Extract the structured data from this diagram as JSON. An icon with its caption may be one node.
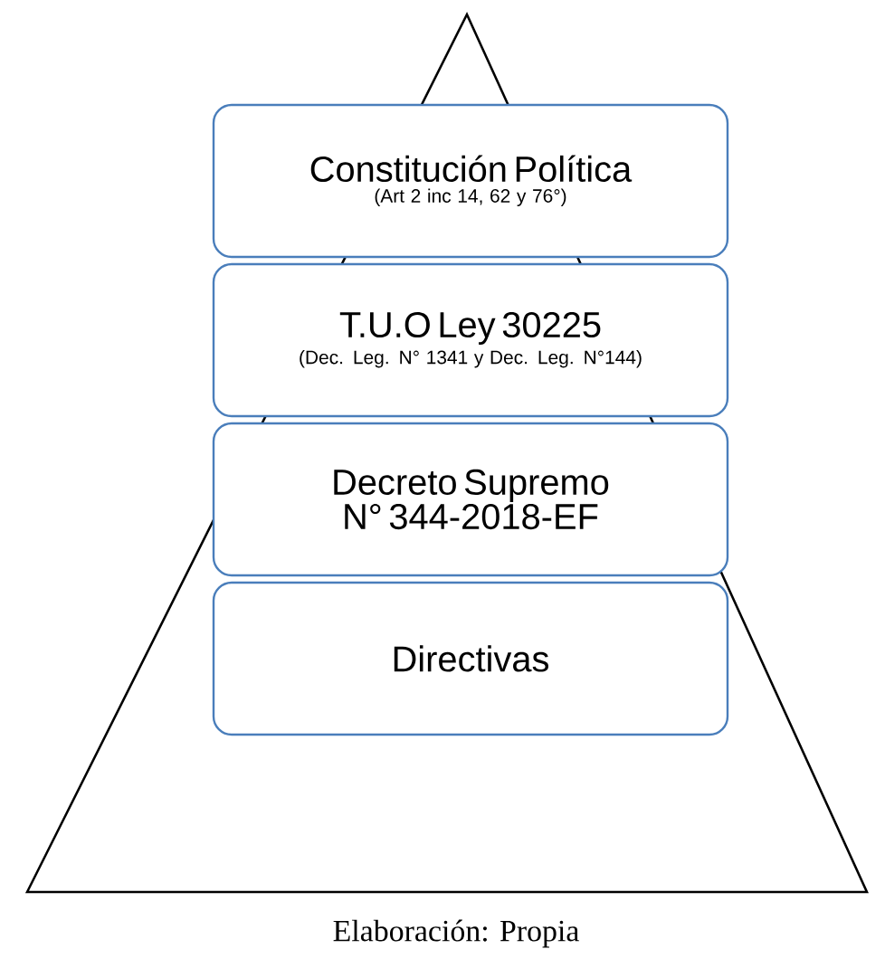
{
  "diagram": {
    "caption": "Elaboración: Propia",
    "nodes": [
      {
        "text": [],
        "shape": "triangle"
      },
      {
        "text": [
          "Constitución Política",
          "(Art 2 inc 14, 62 y 76°)"
        ],
        "in": 0
      },
      {
        "text": [
          "T.U.O Ley 30225",
          "(Dec. Leg. N° 1341 y Dec. Leg. N°144)"
        ],
        "in": 0
      },
      {
        "text": [
          "Decreto Supremo N° 344-2018-EF"
        ],
        "in": 0
      },
      {
        "text": [
          "Directivas"
        ],
        "in": 0
      }
    ]
  }
}
